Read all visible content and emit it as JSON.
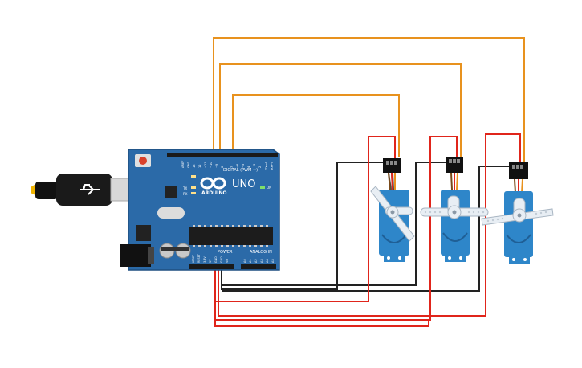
{
  "board": {
    "brand": "ARDUINO",
    "model": "UNO",
    "digital_header": "DIGITAL (PWM ~)",
    "power_header": "POWER",
    "analog_header": "ANALOG IN",
    "tx_label": "TX",
    "rx_label": "RX",
    "l_label": "L",
    "on_label": "ON",
    "digital_pins": [
      "AREF",
      "GND",
      "13",
      "12",
      "~11",
      "~10",
      "~9",
      "8",
      "7",
      "~6",
      "~5",
      "4",
      "~3",
      "2",
      "TX→1",
      "RX←0"
    ],
    "power_pins": [
      "IOREF",
      "RESET",
      "3.3V",
      "5V",
      "GND",
      "GND",
      "Vin"
    ],
    "analog_pins": [
      "A0",
      "A1",
      "A2",
      "A3",
      "A4",
      "A5"
    ]
  },
  "wire_colors": {
    "signal": "#e8921e",
    "ground": "#222222",
    "power": "#e0251b"
  },
  "component_colors": {
    "board": "#2b6aa8",
    "servo": "#2e86c9",
    "usb_cable": "#111111"
  }
}
